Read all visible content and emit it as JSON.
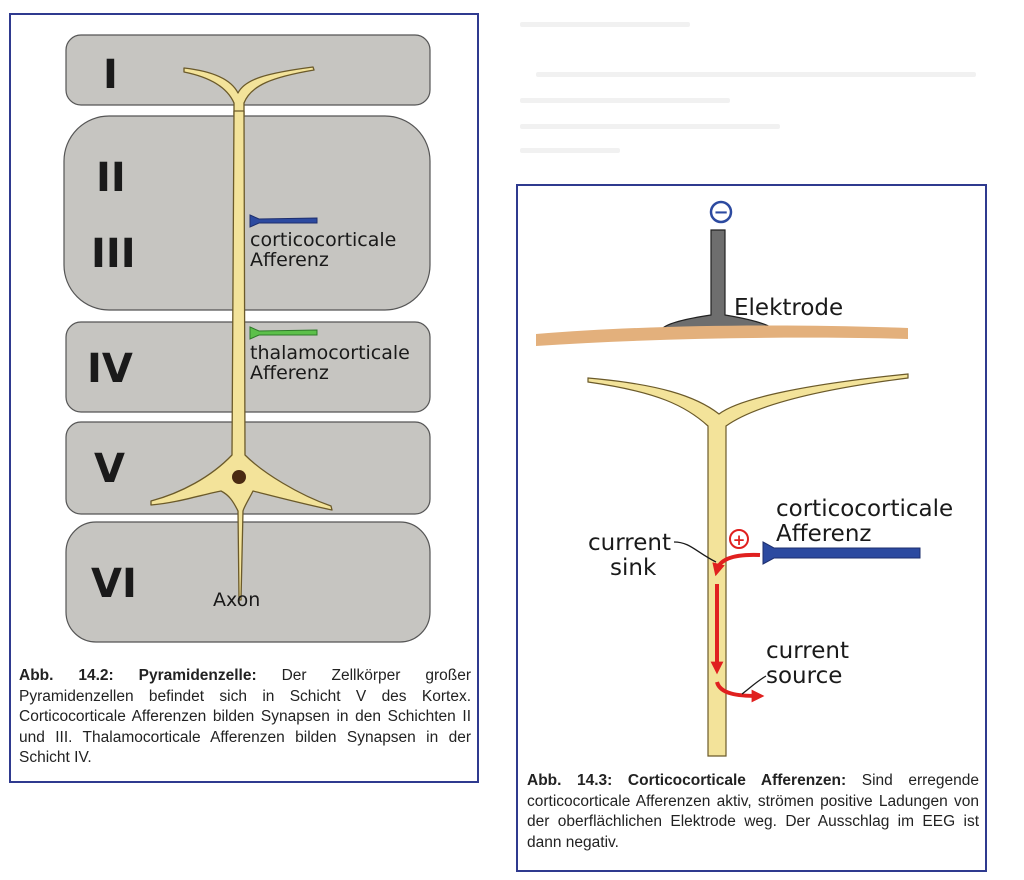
{
  "figure_14_2": {
    "layers": [
      "I",
      "II",
      "III",
      "IV",
      "V",
      "VI"
    ],
    "corticocortical_label": [
      "corticocorticale",
      "Afferenz"
    ],
    "thalamocortical_label": [
      "thalamocorticale",
      "Afferenz"
    ],
    "axon_label": "Axon",
    "caption_lead": "Abb. 14.2: Pyramidenzelle:",
    "caption_body": " Der Zellkörper großer Pyramidenzellen befindet sich in Schicht V des Kortex. Corticocorticale Afferenzen bilden Synapsen in den Schichten II und III. Thalamocorticale Afferenzen bilden Synapsen in der Schicht IV."
  },
  "figure_14_3": {
    "electrode_sign": "−",
    "electrode_label": "Elektrode",
    "afferent_label": [
      "corticocorticale",
      "Afferenz"
    ],
    "plus_sign": "+",
    "sink_label": [
      "current",
      "sink"
    ],
    "source_label": [
      "current",
      "source"
    ],
    "caption_lead": "Abb. 14.3: Corticocorticale Afferenzen:",
    "caption_body": " Sind erregende corticocorticale Afferenzen aktiv, strömen positive Ladungen von der oberflächlichen Elektrode weg. Der Ausschlag im EEG ist dann negativ."
  },
  "colors": {
    "panel_border": "#2f3a8f",
    "layer_fill": "#c6c5c1",
    "neuron_fill": "#f3e39a",
    "afferent_blue": "#2c4aa0",
    "afferent_green": "#5cc04a",
    "current_red": "#e0201f",
    "skull": "#e3b07c"
  }
}
